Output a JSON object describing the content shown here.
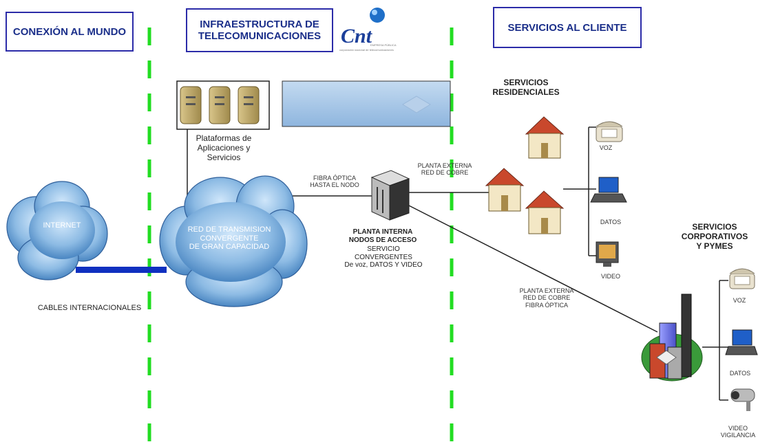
{
  "headers": {
    "world": "CONEXIÓN AL MUNDO",
    "infra_line1": "INFRAESTRUCTURA DE",
    "infra_line2": "TELECOMUNICACIONES",
    "clients": "SERVICIOS AL CLIENTE"
  },
  "logo": {
    "text": "Cnt",
    "tagline": "corporación nacional de telecomunicaciones",
    "sub": "EMPRESA PÚBLICA"
  },
  "clouds": {
    "internet": "INTERNET",
    "transmission": "RED DE TRANSMISION\nCONVERGENTE\nDE GRAN CAPACIDAD"
  },
  "labels": {
    "cables": "CABLES INTERNACIONALES",
    "platforms": "Plataformas de\nAplicaciones y\nServicios",
    "fiber_node": "FIBRA ÓPTICA\nHASTA EL NODO",
    "planta_interna_title": "PLANTA INTERNA\nNODOS DE ACCESO",
    "planta_interna_sub": "SERVICIO CONVERGENTES\nDe voz, DATOS Y VIDEO",
    "planta_externa_cobre": "PLANTA EXTERNA\nRED DE COBRE",
    "planta_externa_fibra": "PLANTA EXTERNA\nRED DE COBRE\nFIBRA ÓPTICA",
    "residential": "SERVICIOS\nRESIDENCIALES",
    "corporate": "SERVICIOS\nCORPORATIVOS\nY PYMES",
    "res_voz": "VOZ",
    "res_datos": "DATOS",
    "res_video": "VIDEO",
    "corp_voz": "VOZ",
    "corp_datos": "DATOS",
    "corp_video": "VIDEO\nVIGILANCIA"
  },
  "colors": {
    "header_border": "#2b2ba8",
    "header_text": "#1b2f8a",
    "divider": "#22dd22",
    "cable": "#1030c0",
    "cloud": "#7fb2df",
    "banner": "#a9c7e6"
  }
}
